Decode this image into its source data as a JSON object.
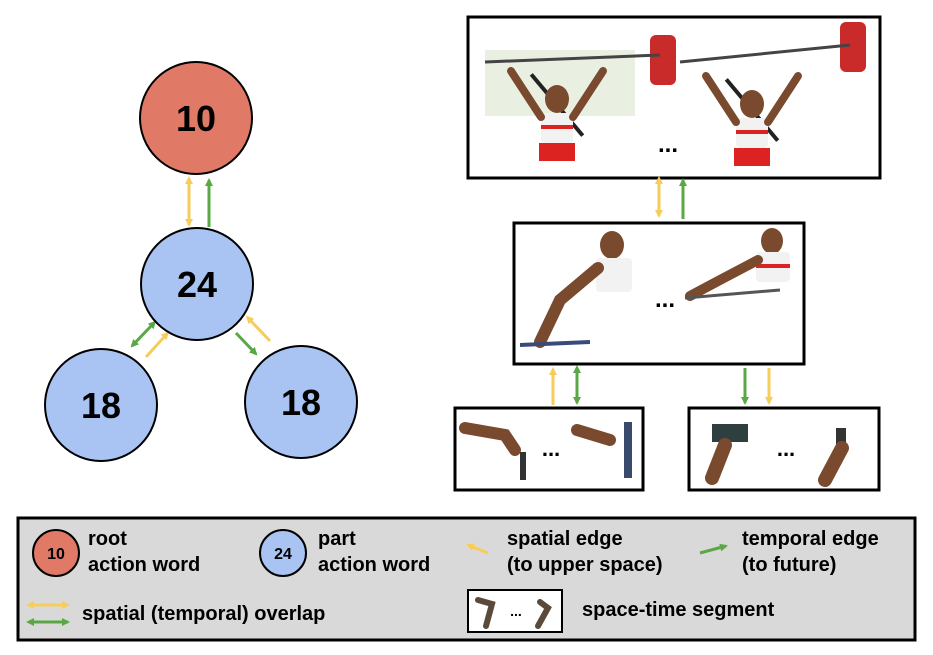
{
  "tree": {
    "root": {
      "label": "10"
    },
    "middle": {
      "label": "24"
    },
    "left_leaf": {
      "label": "18"
    },
    "right_leaf": {
      "label": "18"
    }
  },
  "segments": {
    "ellipsis": "..."
  },
  "legend": {
    "root_node_label": "10",
    "root_line1": "root",
    "root_line2": "action word",
    "part_node_label": "24",
    "part_line1": "part",
    "part_line2": "action word",
    "spatial_line1": "spatial edge",
    "spatial_line2": "(to upper space)",
    "temporal_line1": "temporal edge",
    "temporal_line2": "(to future)",
    "overlap_text": "spatial  (temporal) overlap",
    "segment_text": "space-time segment",
    "segment_ellipsis": "..."
  },
  "colors": {
    "root_fill": "#e07a66",
    "part_fill": "#a9c4f3",
    "spatial_edge": "#f6cd5a",
    "temporal_edge": "#5aa845",
    "legend_bg": "#d9d9d9"
  }
}
